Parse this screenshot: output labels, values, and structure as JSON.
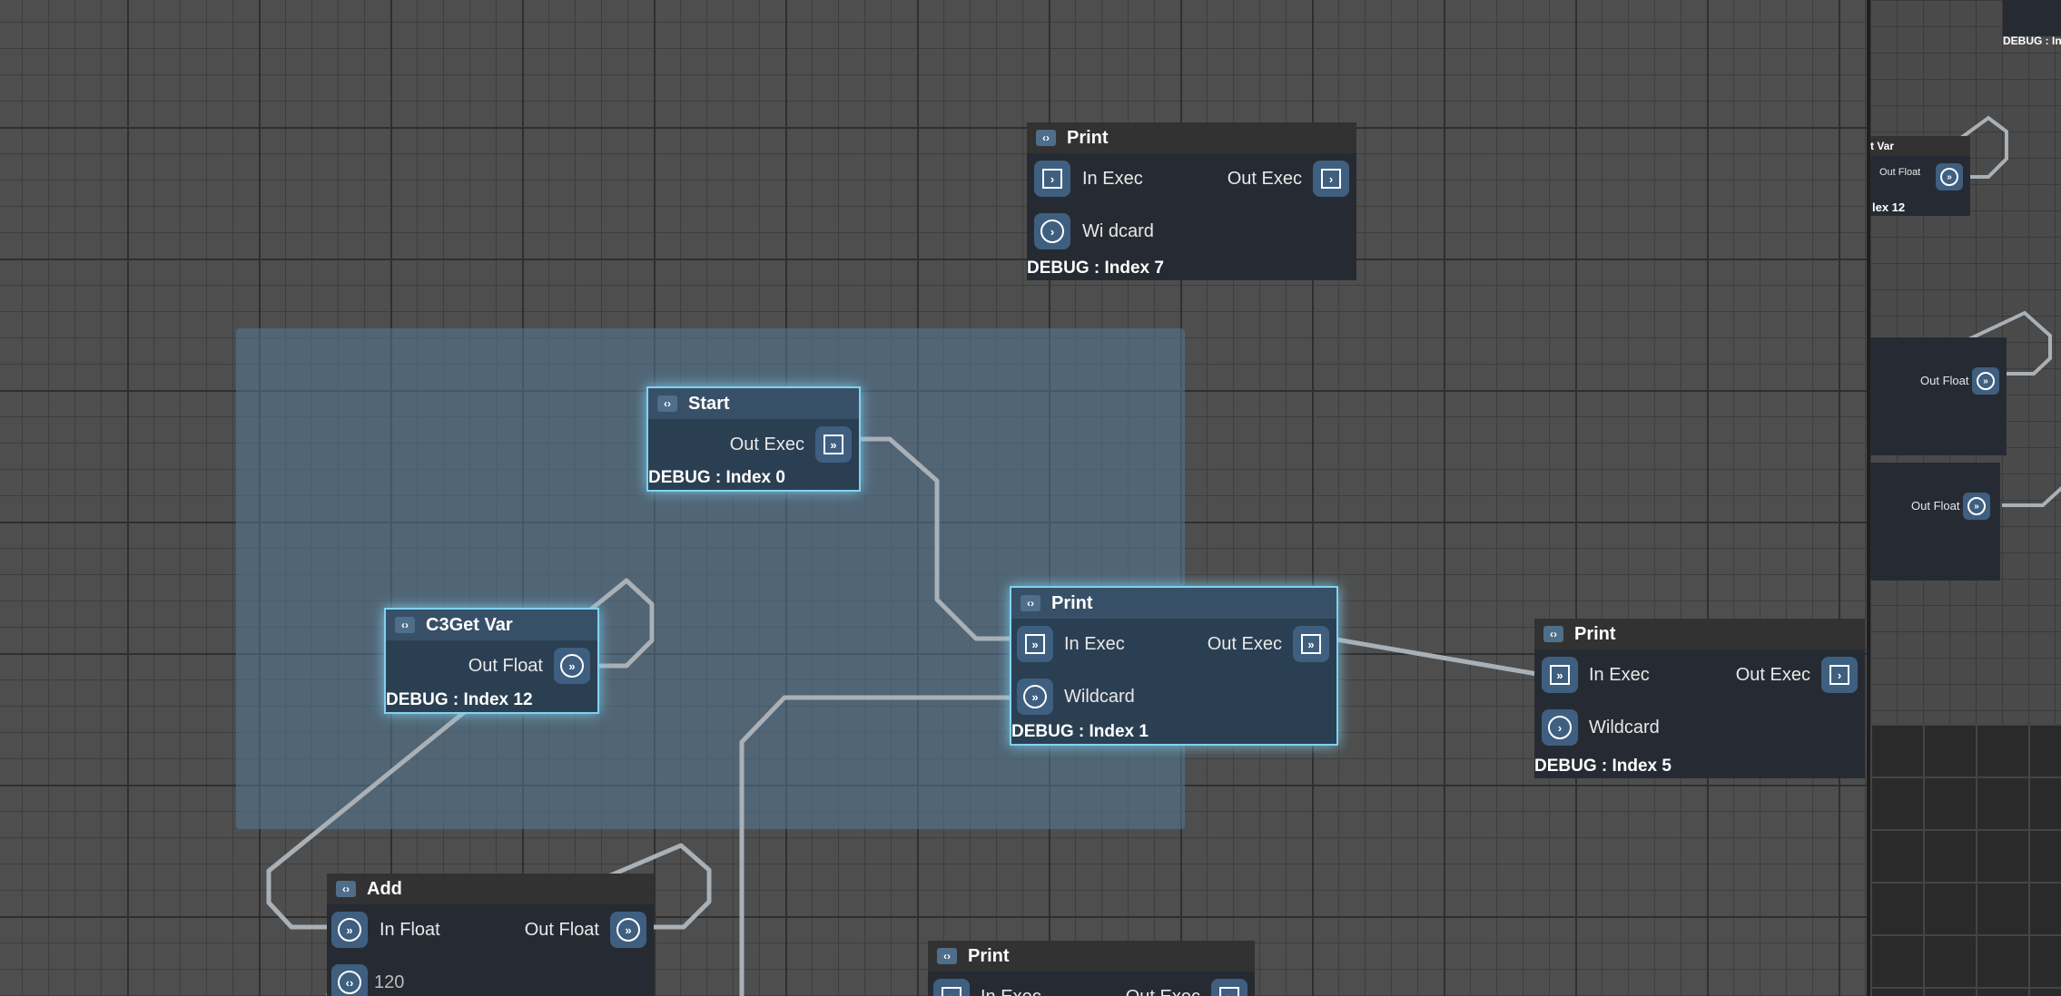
{
  "nodes": {
    "print_top": {
      "title": "Print",
      "in_exec": "In Exec",
      "out_exec": "Out Exec",
      "wildcard": "Wi dcard",
      "debug": "DEBUG : Index 7"
    },
    "start": {
      "title": "Start",
      "out_exec": "Out Exec",
      "debug": "DEBUG : Index 0"
    },
    "getvar": {
      "title": "C3Get Var",
      "out_float": "Out Float",
      "debug": "DEBUG : Index 12"
    },
    "print_mid": {
      "title": "Print",
      "in_exec": "In Exec",
      "out_exec": "Out Exec",
      "wildcard": "Wildcard",
      "debug": "DEBUG : Index 1"
    },
    "print_right": {
      "title": "Print",
      "in_exec": "In Exec",
      "out_exec": "Out Exec",
      "wildcard": "Wildcard",
      "debug": "DEBUG : Index 5"
    },
    "add": {
      "title": "Add",
      "in_float": "In Float",
      "out_float": "Out Float",
      "value": "120"
    },
    "print_bottom": {
      "title": "Print",
      "in_exec": "In Exec",
      "out_exec": "Out Exec"
    }
  },
  "right_panel": {
    "top_debug": "DEBUG : In",
    "var_title": "t Var",
    "out_float_1": "Out Float",
    "index_label": "lex 12",
    "out_float_2": "Out Float",
    "out_float_3": "Out Float"
  },
  "colors": {
    "selection": "#54789a",
    "selected_border": "#7fd2f2",
    "node_bg": "#262b33",
    "pin": "#3f5f80",
    "wire": "#a9b0b6"
  },
  "icons": {
    "collapse": "collapse-icon",
    "exec_pin": "exec-pin-icon",
    "data_pin": "data-pin-icon"
  }
}
